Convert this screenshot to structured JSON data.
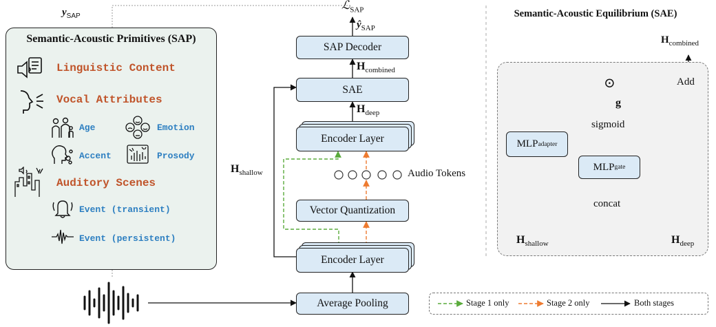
{
  "sap": {
    "title": "Semantic-Acoustic Primitives (SAP)",
    "categories": {
      "linguistic": "Linguistic Content",
      "vocal": "Vocal Attributes",
      "auditory": "Auditory Scenes"
    },
    "attributes": {
      "age": "Age",
      "emotion": "Emotion",
      "accent": "Accent",
      "prosody": "Prosody",
      "event_transient": "Event (transient)",
      "event_persistent": "Event (persistent)"
    }
  },
  "labels": {
    "y_sap": "y",
    "y_sap_sub": "SAP",
    "loss": "ℒ",
    "loss_sub": "SAP",
    "yhat": "ŷ",
    "yhat_sub": "SAP",
    "h_combined": "H",
    "h_combined_sub": "combined",
    "h_deep": "H",
    "h_deep_sub": "deep",
    "h_shallow": "H",
    "h_shallow_sub": "shallow",
    "audio_tokens": "Audio Tokens"
  },
  "pipeline": {
    "sap_decoder": "SAP Decoder",
    "sae": "SAE",
    "encoder_layer_top": "Encoder Layer",
    "vector_quantization": "Vector Quantization",
    "encoder_layer_bottom": "Encoder Layer",
    "average_pooling": "Average Pooling"
  },
  "sae_detail": {
    "title": "Semantic-Acoustic Equilibrium (SAE)",
    "h_combined": "H",
    "h_combined_sub": "combined",
    "add": "Add",
    "odot": "⊙",
    "g": "g",
    "sigmoid": "sigmoid",
    "mlp_adapter": "MLP",
    "mlp_adapter_sub": "adapter",
    "mlp_gate": "MLP",
    "mlp_gate_sub": "gate",
    "concat": "concat",
    "h_shallow": "H",
    "h_shallow_sub": "shallow",
    "h_deep": "H",
    "h_deep_sub": "deep"
  },
  "legend": {
    "stage1": "Stage 1 only",
    "stage2": "Stage 2 only",
    "both": "Both stages"
  },
  "colors": {
    "stage1": "#5aab3c",
    "stage2": "#ee7b30",
    "category_text": "#c0542a",
    "attribute_text": "#2d7fc1",
    "box_fill": "#dbeaf6",
    "sap_panel_fill": "#ebf2ee"
  }
}
